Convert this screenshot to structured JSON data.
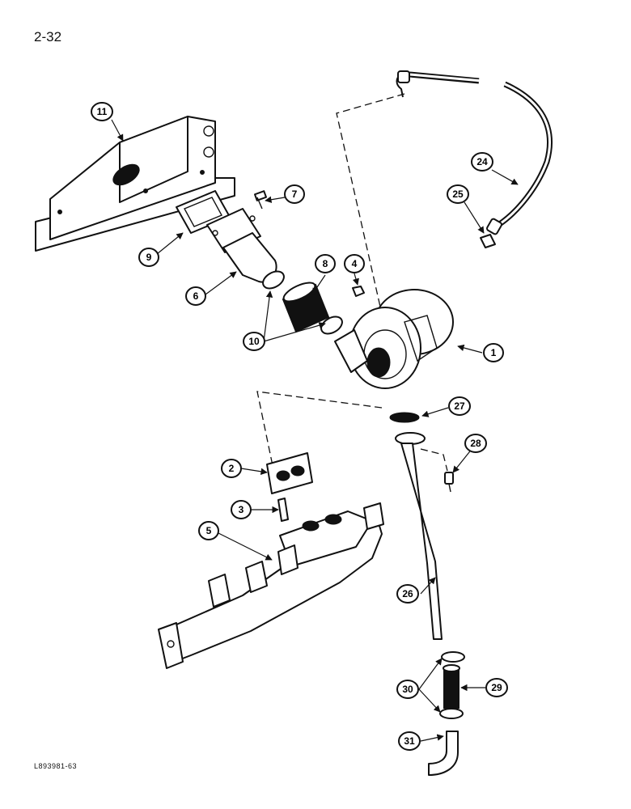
{
  "page": {
    "number": "2-32",
    "figure_id": "L893981-63"
  },
  "callouts": [
    "1",
    "2",
    "3",
    "4",
    "5",
    "6",
    "7",
    "8",
    "9",
    "10",
    "11",
    "24",
    "25",
    "26",
    "27",
    "28",
    "29",
    "30",
    "31"
  ]
}
